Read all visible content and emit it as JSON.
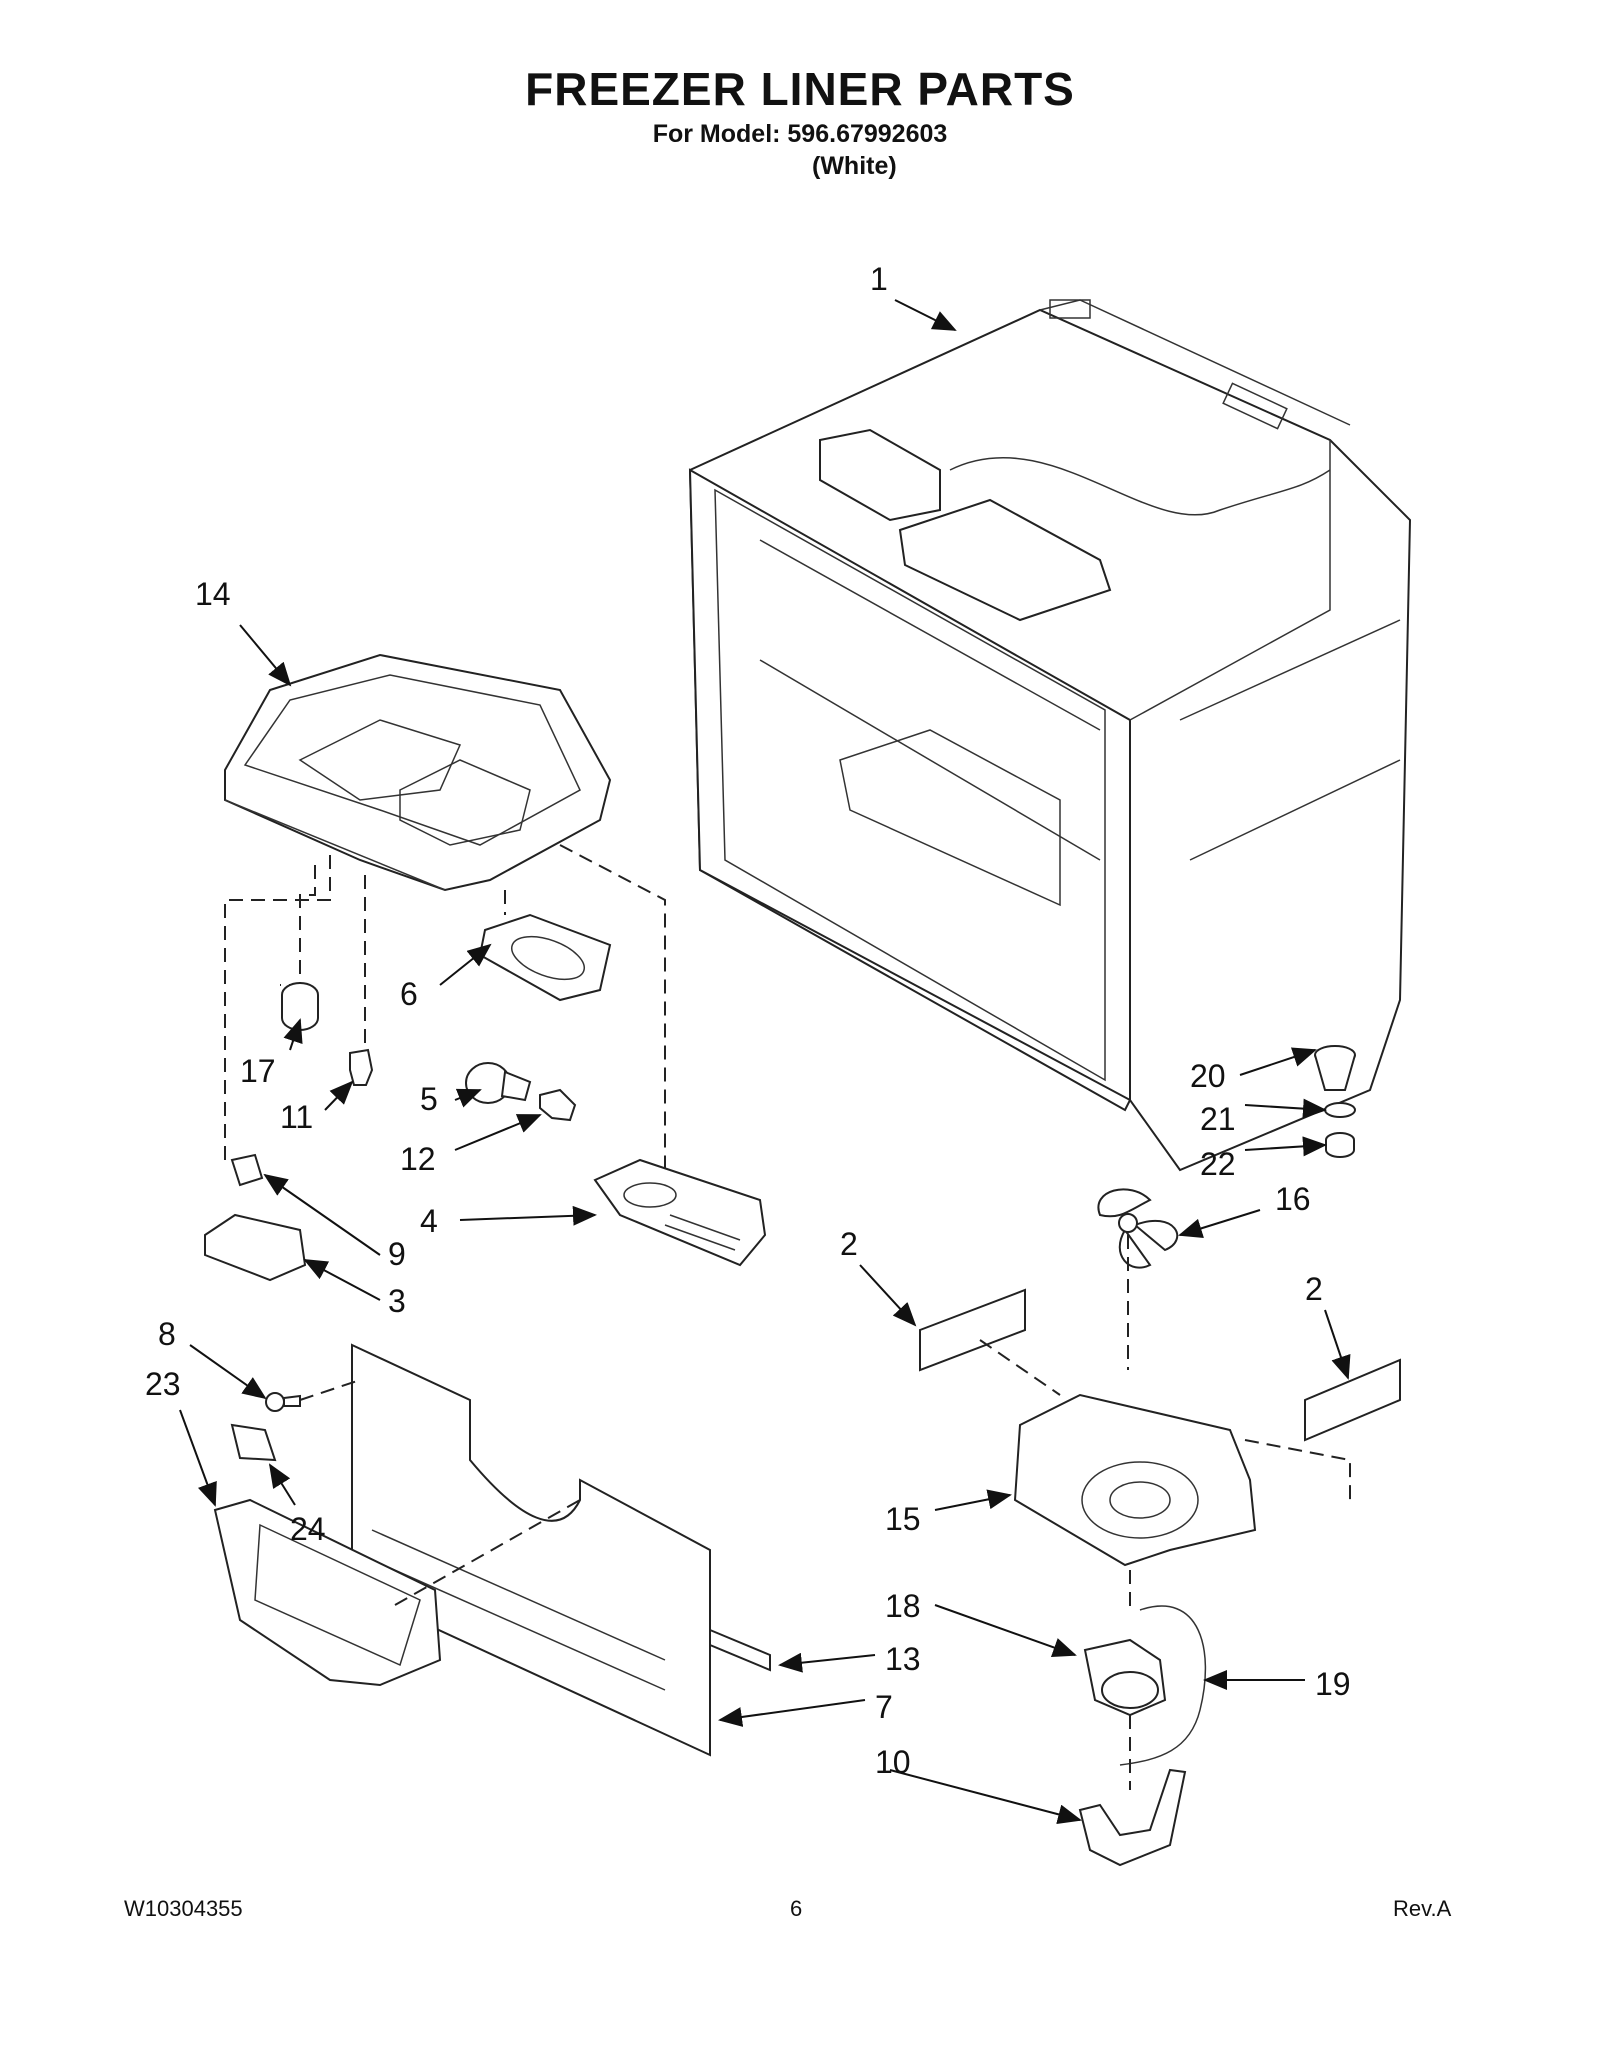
{
  "header": {
    "title": "FREEZER LINER PARTS",
    "model_line": "For Model: 596.67992603",
    "variant": "(White)"
  },
  "callouts": [
    "1",
    "14",
    "6",
    "17",
    "11",
    "5",
    "12",
    "4",
    "9",
    "3",
    "8",
    "23",
    "24",
    "20",
    "21",
    "22",
    "16",
    "2",
    "2",
    "15",
    "18",
    "13",
    "19",
    "7",
    "10"
  ],
  "footer": {
    "doc_number": "W10304355",
    "page_number": "6",
    "revision": "Rev.A"
  }
}
